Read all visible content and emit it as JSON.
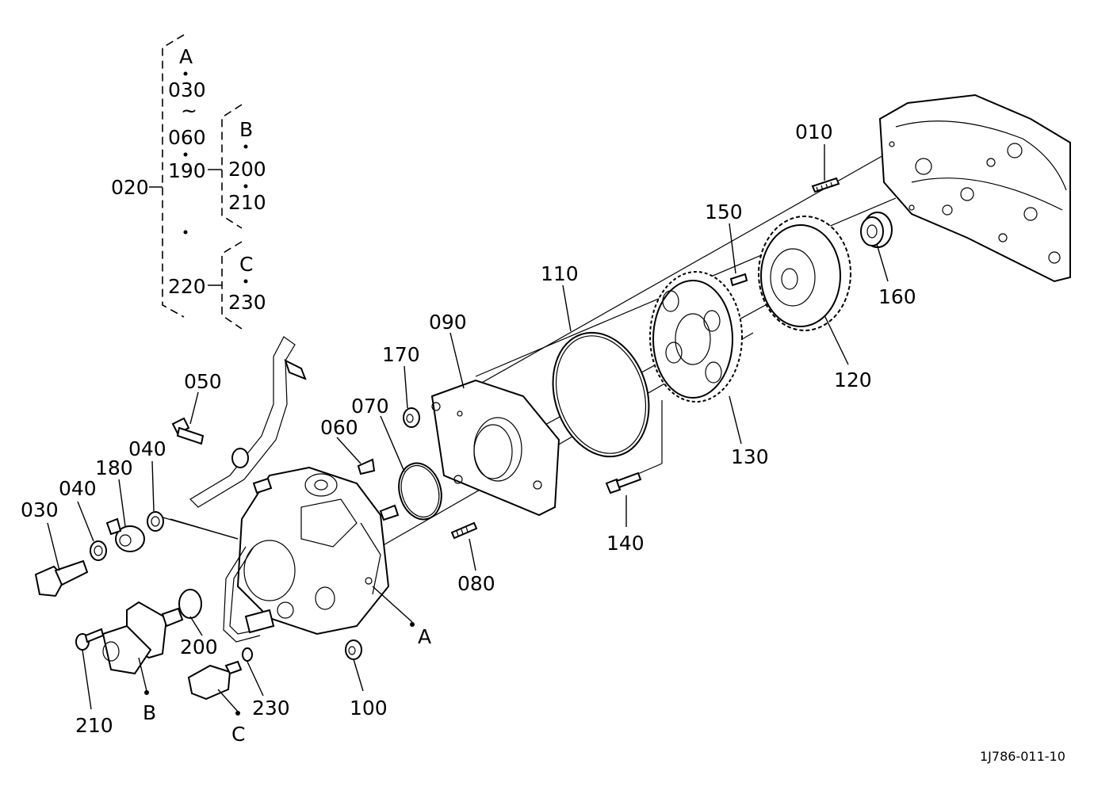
{
  "legend": {
    "root": "020",
    "group_a": {
      "ref": "A",
      "items": [
        "030",
        "060",
        "190",
        "220"
      ],
      "range_mark": "~"
    },
    "group_b": {
      "ref": "B",
      "items": [
        "200",
        "210"
      ]
    },
    "group_c": {
      "ref": "C",
      "items": [
        "230"
      ]
    }
  },
  "callouts": {
    "p010": "010",
    "p030": "030",
    "p040a": "040",
    "p040b": "040",
    "p050": "050",
    "p060": "060",
    "p070": "070",
    "p080": "080",
    "p090": "090",
    "p100": "100",
    "p110": "110",
    "p120": "120",
    "p130": "130",
    "p140": "140",
    "p150": "150",
    "p160": "160",
    "p170": "170",
    "p180": "180",
    "p200": "200",
    "p210": "210",
    "p230": "230"
  },
  "refs": {
    "a": "A",
    "b": "B",
    "c": "C"
  },
  "drawing_code": "1J786-011-10"
}
